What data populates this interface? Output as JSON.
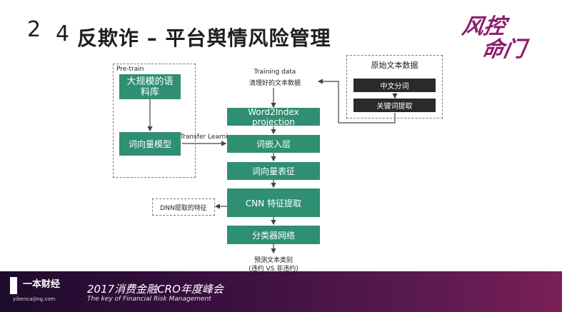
{
  "title": {
    "num1": "2",
    "num2": "4",
    "text": "反欺诈 – 平台舆情风险管理"
  },
  "logo": {
    "line1": "风控",
    "line2": "命门"
  },
  "pretrain": {
    "label": "Pre-train",
    "corpus": "大规模的语料库",
    "model": "词向量模型"
  },
  "transfer_label": "Transfer Learning",
  "training": {
    "line1": "Training data",
    "line2": "清理好的文本数据"
  },
  "raw": {
    "title": "原始文本数据",
    "step1": "中文分词",
    "step2": "关键词提取"
  },
  "pipeline": {
    "w2i": "Word2Index projection",
    "embed": "词嵌入层",
    "vector": "词向量表征",
    "cnn": "CNN 特征提取",
    "classifier": "分类器网络"
  },
  "dnn_label": "DNN提取的特征",
  "output": {
    "line1": "预测文本类别",
    "line2": "(违约 VS 非违约)"
  },
  "footer": {
    "brand": "一本财经",
    "site": "yibencaijing.com",
    "event": "2017消费金融CRO年度峰会",
    "subtitle": "The key of Financial Risk Management"
  },
  "colors": {
    "green": "#2f8f73",
    "dark": "#2a2a2a",
    "brand": "#8c1d6c"
  }
}
